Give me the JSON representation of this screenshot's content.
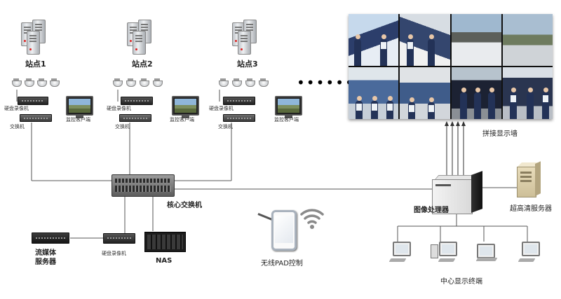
{
  "sites": [
    {
      "label": "站点1"
    },
    {
      "label": "站点2"
    },
    {
      "label": "站点3"
    }
  ],
  "site_devices": {
    "dvr_label": "硬盘录像机",
    "switch_label": "交换机",
    "client_label": "监控客户端"
  },
  "ellipsis": "••••••",
  "core_switch": "核心交换机",
  "bottom_left": {
    "streaming_server": "流媒体\n服务器",
    "dvr": "硬盘录像机",
    "nas": "NAS"
  },
  "pad_control": "无线PAD控制",
  "video_wall": "拼接显示墙",
  "image_processor": "图像处理器",
  "hd_server": "超高清服务器",
  "display_terminals": "中心显示终端"
}
